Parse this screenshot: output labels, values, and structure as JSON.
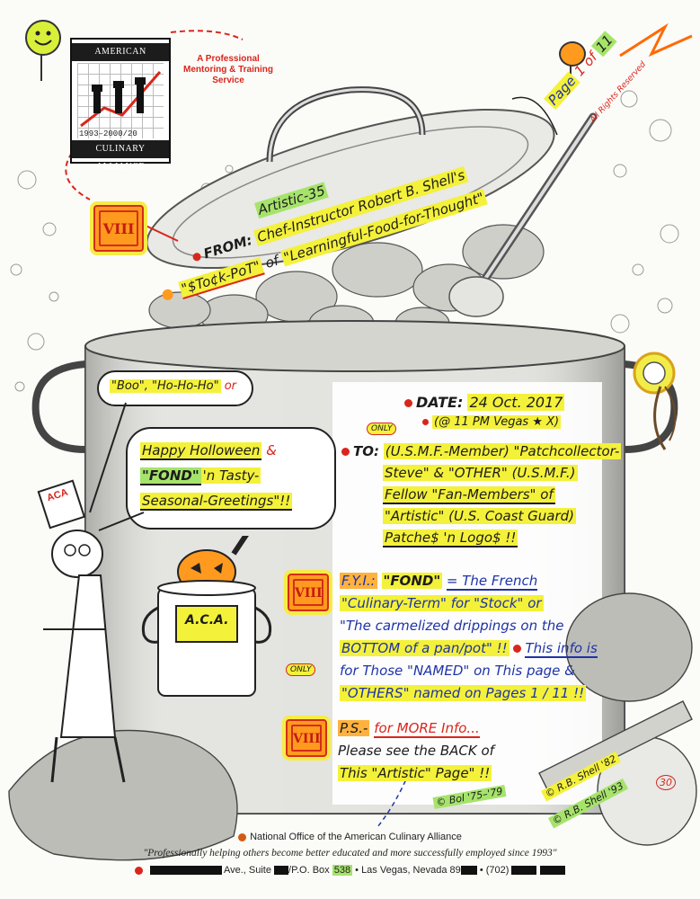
{
  "logo": {
    "top_text": "AMERICAN",
    "bottom_text": "CULINARY ALLIANCE",
    "years": "1993–2000/20"
  },
  "service_note": "A Professional Mentoring & Training Service",
  "page_tag": {
    "label": "Page",
    "number": "1",
    "of_label": "of",
    "total": "11",
    "rights": "All Rights Reserved"
  },
  "lid": {
    "artistic": "Artistic-35",
    "from_label": "FROM:",
    "chef_line": "Chef-Instructor Robert B. Shell's",
    "stock_pot": "\"$To¢k-PoT\"",
    "of_word": "of",
    "food_line": "\"Learningful-Food-for-Thought\""
  },
  "mark_numeral": "VIII",
  "speech": {
    "boo": "\"Boo\", \"Ho-Ho-Ho\"",
    "boo_or": "or",
    "greeting_l1": "Happy Holloween",
    "greeting_amp": "&",
    "greeting_fond": "\"FOND\"",
    "greeting_l2_rest": "'n Tasty-",
    "greeting_l3": "Seasonal-Greetings\"!!"
  },
  "date": {
    "label": "DATE:",
    "value": "24 Oct. 2017",
    "time": "(@ 11 PM Vegas ★ X)"
  },
  "to": {
    "only_tag": "ONLY",
    "label": "TO:",
    "line1": "(U.S.M.F.-Member) \"Patchcollector-",
    "line2": "Steve\" & \"OTHER\" (U.S.M.F.)",
    "line3": "Fellow \"Fan-Members\" of",
    "line4": "\"Artistic\" (U.S. Coast Guard)",
    "line5": "Patche$ 'n Logo$ !!"
  },
  "fyi": {
    "label": "F.Y.I.:",
    "fond": "\"FOND\"",
    "eq": "= The French",
    "line2": "\"Culinary-Term\" for \"Stock\" or",
    "line3": "\"The carmelized drippings on the",
    "line4": "BOTTOM of a pan/pot\" !!",
    "info": "This info is",
    "only_tag": "ONLY",
    "line5": "for Those \"NAMED\" on This page &",
    "line6": "\"OTHERS\" named on Pages 1 / 11 !!"
  },
  "ps": {
    "label": "P.S.-",
    "more": "for MORE Info...",
    "line2": "Please see the BACK of",
    "line3": "This \"Artistic\" Page\" !!"
  },
  "pot_label": "A.C.A.",
  "chef_hat_label": "ACA",
  "signatures": {
    "bol": "© Bol '75–'79",
    "rb82": "© R.B. Shell '82",
    "rb93": "© R.B. Shell '93",
    "s30": "30"
  },
  "footer": {
    "office": "National Office of the American Culinary Alliance",
    "motto": "\"Professionally helping others become better educated and more successfully employed since 1993\"",
    "address_ave": "Ave., Suite",
    "address_po": "/P.O. Box",
    "box_num": "538",
    "address_city": "• Las Vegas, Nevada 89",
    "phone": "• (702)"
  },
  "colors": {
    "highlight_yellow": "#f4f13a",
    "highlight_green": "#a6e36b",
    "accent_red": "#d9261c",
    "ink_blue": "#1e33a8",
    "mark_orange": "#ff9a1f"
  }
}
